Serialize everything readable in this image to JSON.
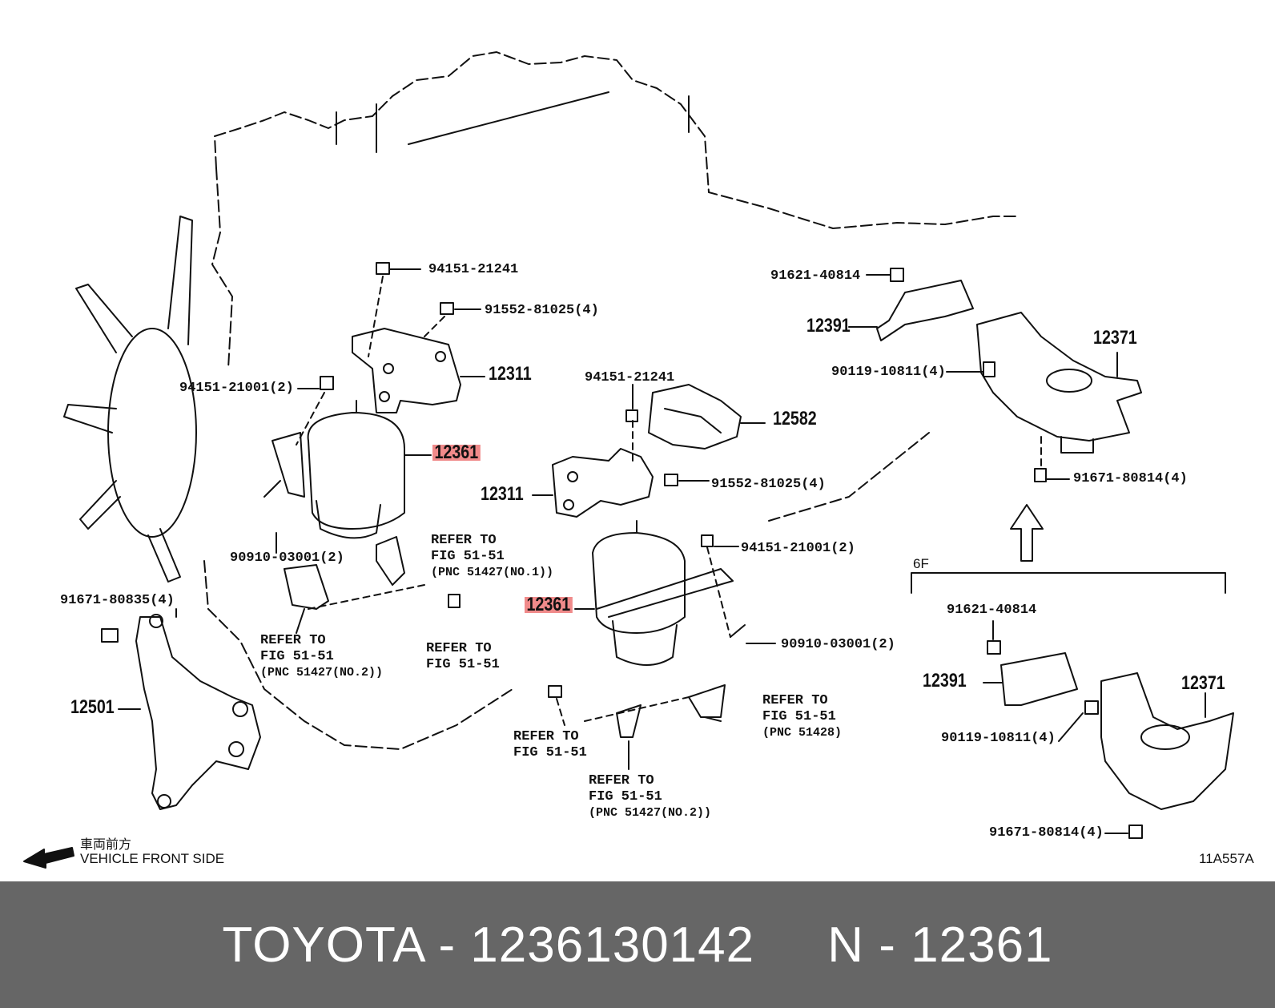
{
  "labels": {
    "p94151_21241_a": "94151-21241",
    "p91552_81025_a": "91552-81025(4)",
    "p12311_a": "12311",
    "p94151_21001_a": "94151-21001(2)",
    "p12361_a": "12361",
    "p90910_03001_a": "90910-03001(2)",
    "p91671_80835": "91671-80835(4)",
    "p12501": "12501",
    "p94151_21241_b": "94151-21241",
    "p12582": "12582",
    "p12311_b": "12311",
    "p91552_81025_b": "91552-81025(4)",
    "p94151_21001_b": "94151-21001(2)",
    "p12361_b": "12361",
    "p90910_03001_b": "90910-03001(2)",
    "p91621_40814_a": "91621-40814",
    "p12391_a": "12391",
    "p12371_a": "12371",
    "p90119_10811_a": "90119-10811(4)",
    "p91671_80814_a": "91671-80814(4)",
    "p6f": "6F",
    "p91621_40814_b": "91621-40814",
    "p12391_b": "12391",
    "p12371_b": "12371",
    "p90119_10811_b": "90119-10811(4)",
    "p91671_80814_b": "91671-80814(4)"
  },
  "refers": {
    "r1_l1": "REFER TO",
    "r1_l2": "FIG 51-51",
    "r1_l3": "(PNC 51427(NO.1))",
    "r2_l1": "REFER TO",
    "r2_l2": "FIG 51-51",
    "r2_l3": "(PNC 51427(NO.2))",
    "r3_l1": "REFER TO",
    "r3_l2": "FIG 51-51",
    "r4_l1": "REFER TO",
    "r4_l2": "FIG 51-51",
    "r4_l3": "(PNC 51428)",
    "r5_l1": "REFER TO",
    "r5_l2": "FIG 51-51",
    "r6_l1": "REFER TO",
    "r6_l2": "FIG 51-51",
    "r6_l3": "(PNC 51427(NO.2))"
  },
  "front": {
    "jp": "車両前方",
    "en": "VEHICLE FRONT SIDE"
  },
  "fig_code": "11A557A",
  "footer": {
    "text": "TOYOTA - 1236130142     N - 12361"
  },
  "colors": {
    "highlight": "#f08a8a",
    "footer_bg": "#666666",
    "footer_text": "#ffffff"
  }
}
